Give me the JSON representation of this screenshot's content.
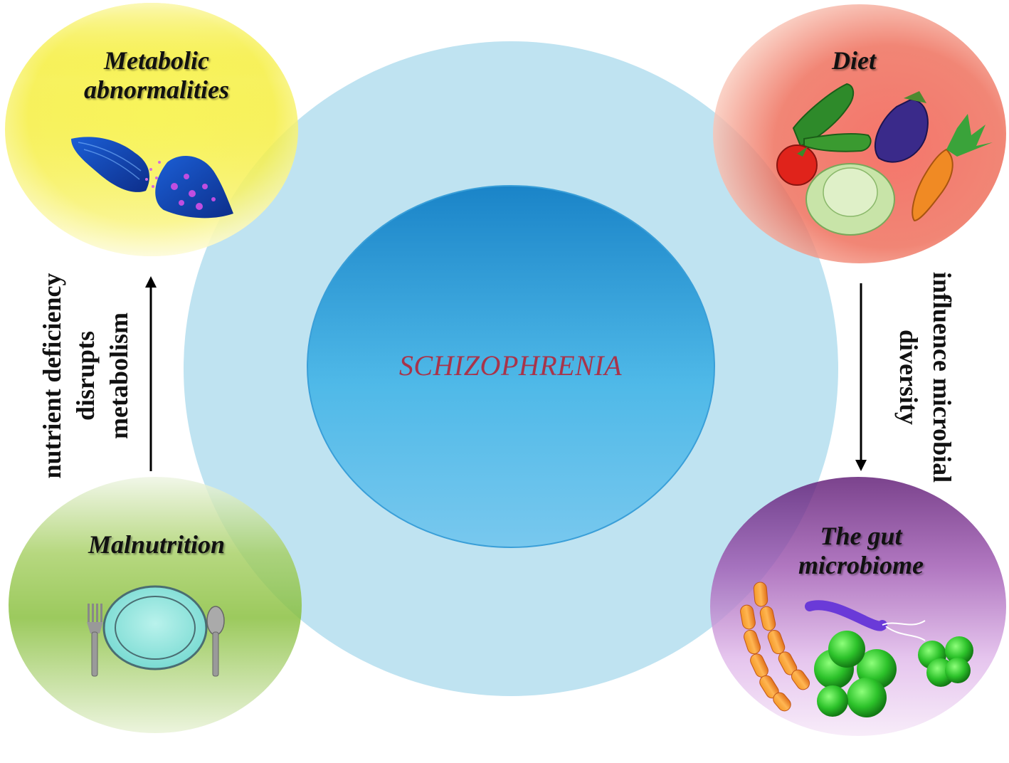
{
  "center": {
    "title": "SCHIZOPHRENIA"
  },
  "nodes": {
    "metabolic": {
      "line1": "Metabolic",
      "line2": "abnormalities"
    },
    "diet": {
      "title": "Diet"
    },
    "malnutrition": {
      "title": "Malnutrition"
    },
    "gut": {
      "line1": "The gut",
      "line2": "microbiome"
    }
  },
  "edges": {
    "left": {
      "line1": "nutrient deficiency",
      "line2": "disrupts",
      "line3": "metabolism"
    },
    "right": {
      "line1": "influence microbial",
      "line2": "diversity"
    }
  },
  "colors": {
    "outer_ring": "#bfe3f1",
    "inner_circle_top": "#1a84c8",
    "inner_circle_bottom": "#6ec6ee",
    "metabolic": "#f5f02a",
    "diet": "#f04a36",
    "malnutrition": "#8cc23c",
    "gut": "#7a2a8c",
    "center_text": "#a8344a"
  }
}
